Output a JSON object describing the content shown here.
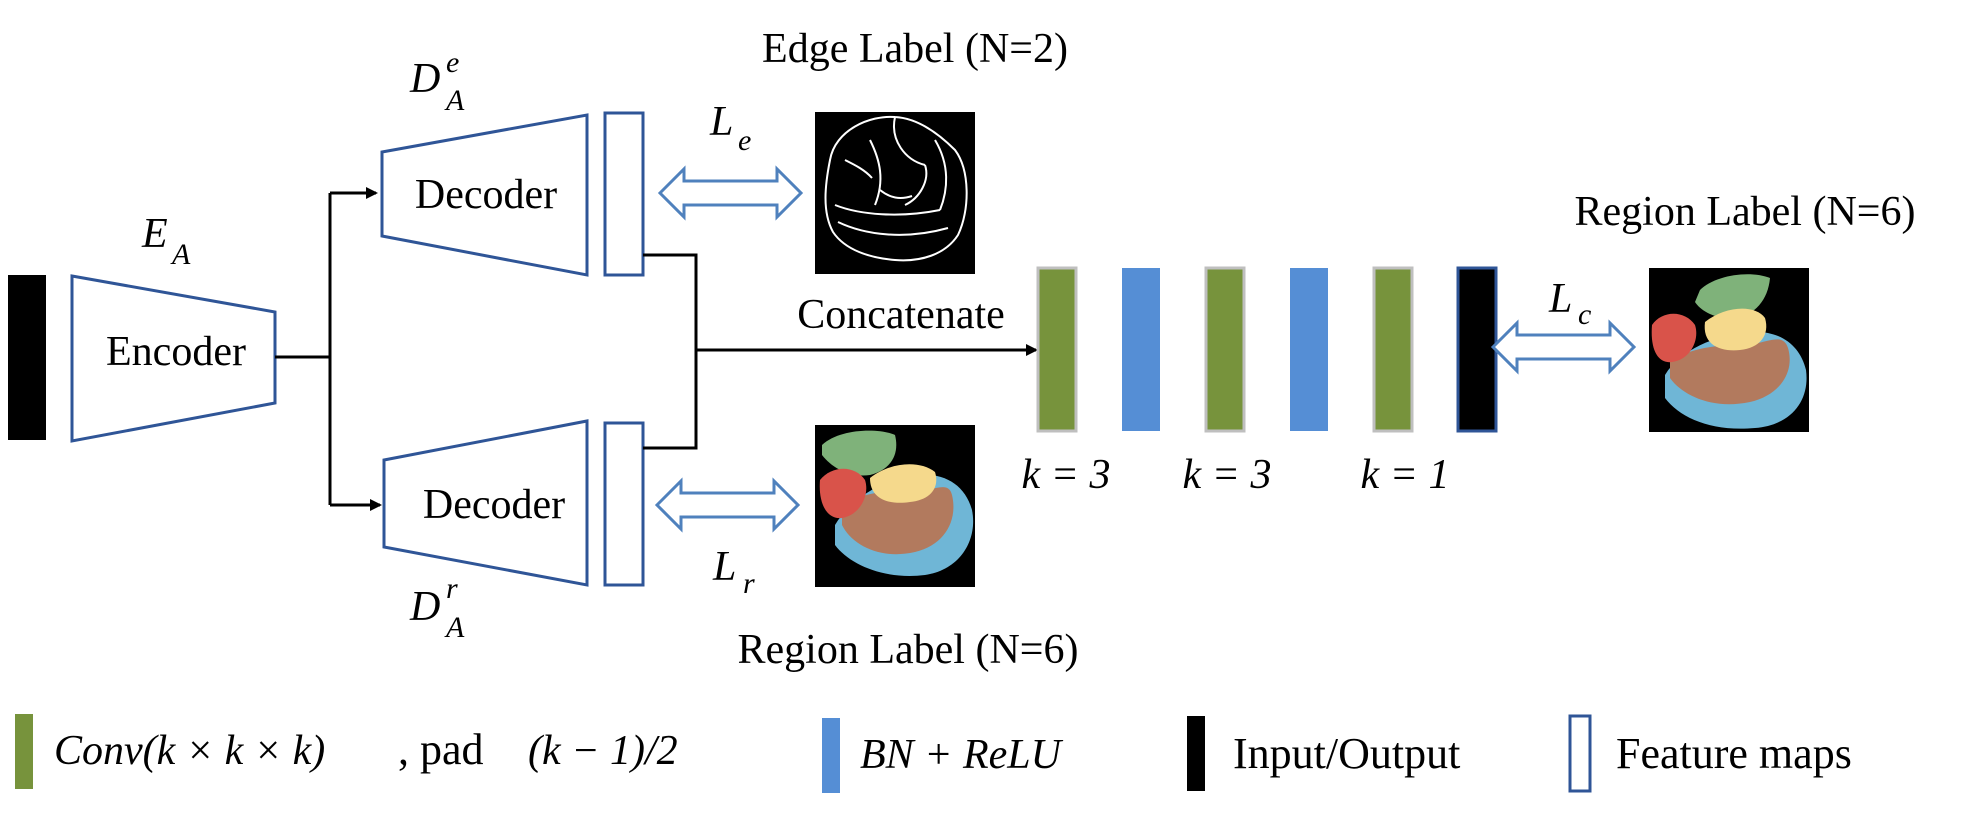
{
  "colors": {
    "conv": "#77933c",
    "bn": "#558ed5",
    "io": "#000000",
    "feature": "#2f5597",
    "arrow": "#4f81bd",
    "region_green": "#7fb27a",
    "region_red": "#d9534a",
    "region_yellow": "#f5d98c",
    "region_brown": "#b27a5e",
    "region_blue": "#6fb6d6"
  },
  "encoder": {
    "label": "Encoder",
    "symbol": "E",
    "subscript": "A"
  },
  "decoder_edge": {
    "label": "Decoder",
    "symbol": "D",
    "subscript": "A",
    "superscript": "e"
  },
  "decoder_region": {
    "label": "Decoder",
    "symbol": "D",
    "subscript": "A",
    "superscript": "r"
  },
  "concat_label": "Concatenate",
  "edge_label": {
    "title": "Edge Label (N=2)",
    "loss": "L",
    "loss_sub": "e"
  },
  "region_label_bottom": {
    "title": "Region Label (N=6)",
    "loss": "L",
    "loss_sub": "r"
  },
  "region_label_right": {
    "title": "Region Label (N=6)",
    "loss": "L",
    "loss_sub": "c"
  },
  "kernel_labels": [
    "k = 3",
    "k = 3",
    "k = 1"
  ],
  "head_layers": [
    "conv",
    "bn",
    "conv",
    "bn",
    "conv",
    "io"
  ],
  "legend": {
    "conv_math": "Conv(k × k × k)",
    "conv_text": ", pad ",
    "conv_math2": "(k − 1)/2",
    "bn": "BN + ReLU",
    "io": "Input/Output",
    "feature": "Feature maps"
  },
  "icons": {
    "edge_image": "edge-map-image",
    "region_image": "region-map-image",
    "double_arrow": "double-headed-arrow"
  }
}
